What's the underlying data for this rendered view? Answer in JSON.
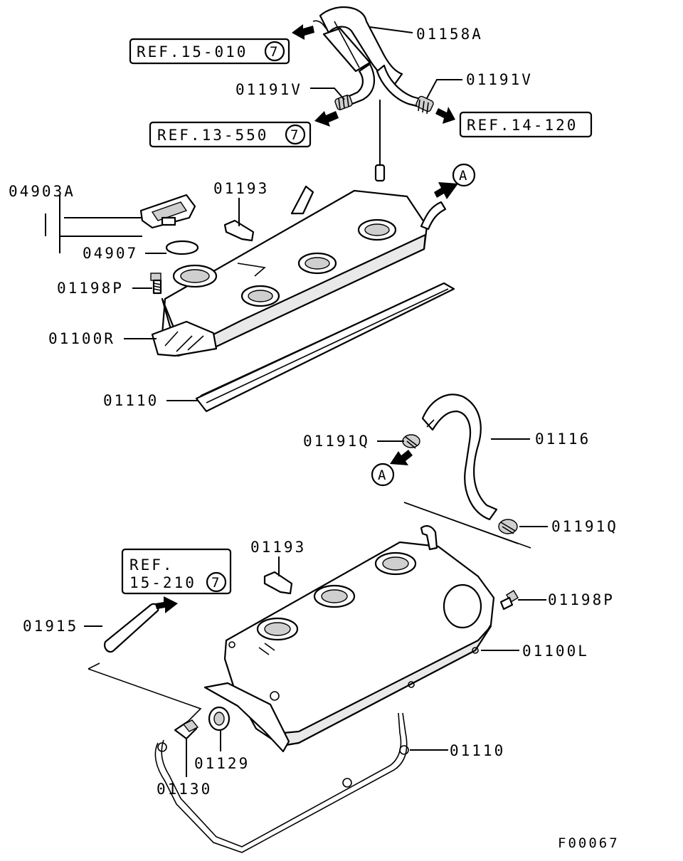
{
  "labels": {
    "p01158A": "01158A",
    "p01191V_left": "01191V",
    "p01191V_right": "01191V",
    "p04903A": "04903A",
    "p04907": "04907",
    "p01193_top": "01193",
    "p01198P_top": "01198P",
    "p01100R": "01100R",
    "p01110_top": "01110",
    "p01191Q_left": "01191Q",
    "p01116": "01116",
    "p01191Q_right": "01191Q",
    "p01193_bottom": "01193",
    "p01198P_bottom": "01198P",
    "p01915": "01915",
    "p01100L": "01100L",
    "p01110_bottom": "01110",
    "p01129": "01129",
    "p01130": "01130"
  },
  "references": {
    "ref1_text": "REF.15-010",
    "ref1_circle": "7",
    "ref2_text": "REF.13-550",
    "ref2_circle": "7",
    "ref3_text": "REF.14-120",
    "ref4_line1": "REF.",
    "ref4_line2": "15-210",
    "ref4_circle": "7"
  },
  "connectors": {
    "a_top": "A",
    "a_mid": "A"
  },
  "figure_id": "F00067"
}
